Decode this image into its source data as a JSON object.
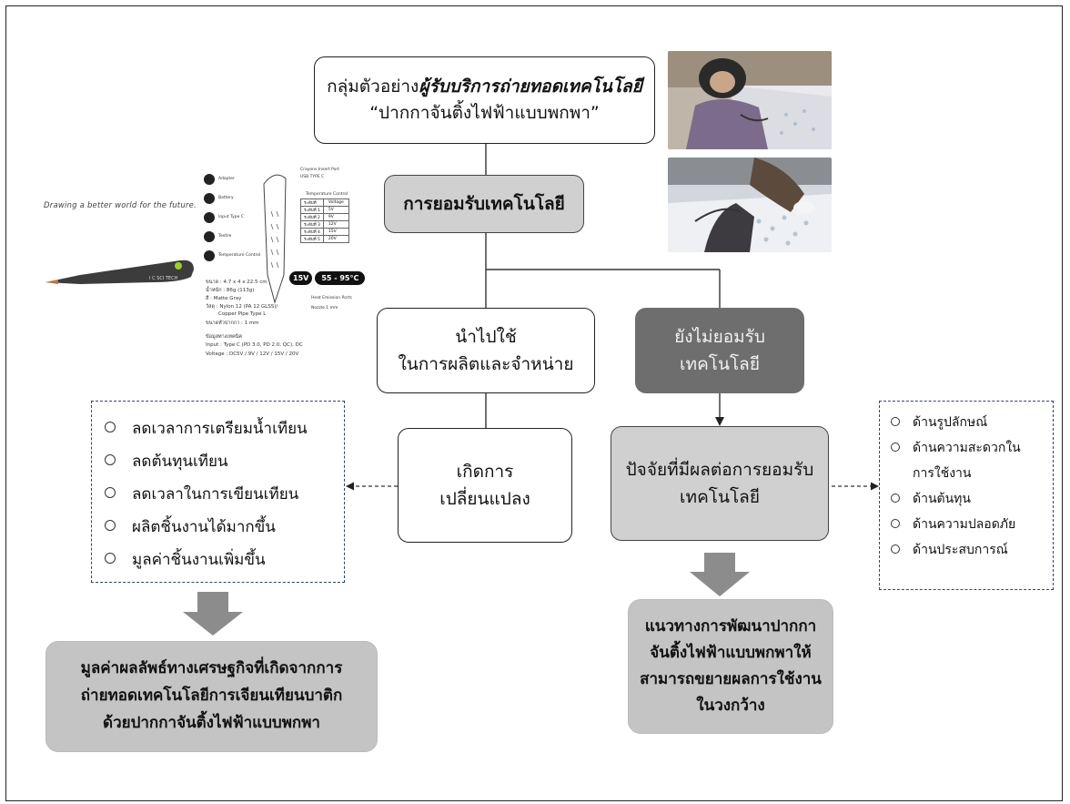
{
  "top_box": {
    "prefix": "กลุ่มตัวอย่าง",
    "emphasis": "ผู้รับบริการถ่ายทอดเทคโนโลยี",
    "subtitle": "“ปากกาจันติ้งไฟฟ้าแบบพกพา”"
  },
  "acceptance_box": {
    "label": "การยอมรับเทคโนโลยี"
  },
  "adopt_box": {
    "line1": "นำไปใช้",
    "line2": "ในการผลิตและจำหน่าย"
  },
  "not_adopt_box": {
    "line1": "ยังไม่ยอมรับ",
    "line2": "เทคโนโลยี"
  },
  "change_box": {
    "line1": "เกิดการ",
    "line2": "เปลี่ยนแปลง"
  },
  "factors_box": {
    "line1": "ปัจจัยที่มีผลต่อการยอมรับ",
    "line2": "เทคโนโลยี"
  },
  "benefits_list": [
    "ลดเวลาการเตรียมน้ำเทียน",
    "ลดต้นทุนเทียน",
    "ลดเวลาในการเขียนเทียน",
    "ผลิตชิ้นงานได้มากขึ้น",
    "มูลค่าชิ้นงานเพิ่มขึ้น"
  ],
  "factors_list": [
    "ด้านรูปลักษณ์",
    "ด้านความสะดวกใน",
    "การใช้งาน",
    "ด้านต้นทุน",
    "ด้านความปลอดภัย",
    "ด้านประสบการณ์"
  ],
  "economic_box": {
    "line1": "มูลค่าผลลัพธ์ทางเศรษฐกิจที่เกิดจากการ",
    "line2": "ถ่ายทอดเทคโนโลยีการเจียนเทียนบาติก",
    "line3": "ด้วยปากกาจันติ้งไฟฟ้าแบบพกพา"
  },
  "guideline_box": {
    "line1": "แนวทางการพัฒนาปากกา",
    "line2": "จันติ้งไฟฟ้าแบบพกพาให้",
    "line3": "สามารถขยายผลการใช้งาน",
    "line4": "ในวงกว้าง"
  },
  "product": {
    "tagline": "Drawing a better world for the future.",
    "brand": "I C SCI TECH",
    "legend": [
      "Adapter",
      "Battery",
      "Input Type C",
      "Textile",
      "Temperature Control"
    ],
    "callouts": [
      "Crayons Insert Port",
      "USB TYPE C",
      "Temperature Control",
      "Heat Emission Ports",
      "Nozzle 1 mm"
    ],
    "temp_table": {
      "headers": [
        "ระดับที่",
        "Voltage"
      ],
      "rows": [
        [
          "ระดับที่ 1",
          "5V"
        ],
        [
          "ระดับที่ 2",
          "9V"
        ],
        [
          "ระดับที่ 3",
          "12V"
        ],
        [
          "ระดับที่ 4",
          "15V"
        ],
        [
          "ระดับที่ 5",
          "20V"
        ]
      ]
    },
    "badge_voltage": "15V",
    "badge_temp": "55 - 95°C",
    "specs": [
      "ขนาด : 4.7 x 4 x 22.5 cm",
      "น้ำหนัก : 86g (113g)",
      "สี : Matte Gray",
      "วัสดุ : Nylon 12 (PA 12 GLSS)/",
      "Copper Pipe Type L",
      "ขนาดหัวปากกา : 1 mm",
      "ข้อมูลทางเทคนิค",
      "Input : Type C (PD 3.0, PD 2.0, QC), DC",
      "Voltage : DC5V / 9V / 12V / 15V / 20V"
    ]
  },
  "colors": {
    "light_box": "#d0d0d0",
    "dark_box": "#6e6e6e",
    "summary_box": "#c4c4c4",
    "dashed_border": "#34456a",
    "arrow_fill": "#8c8c8c"
  }
}
